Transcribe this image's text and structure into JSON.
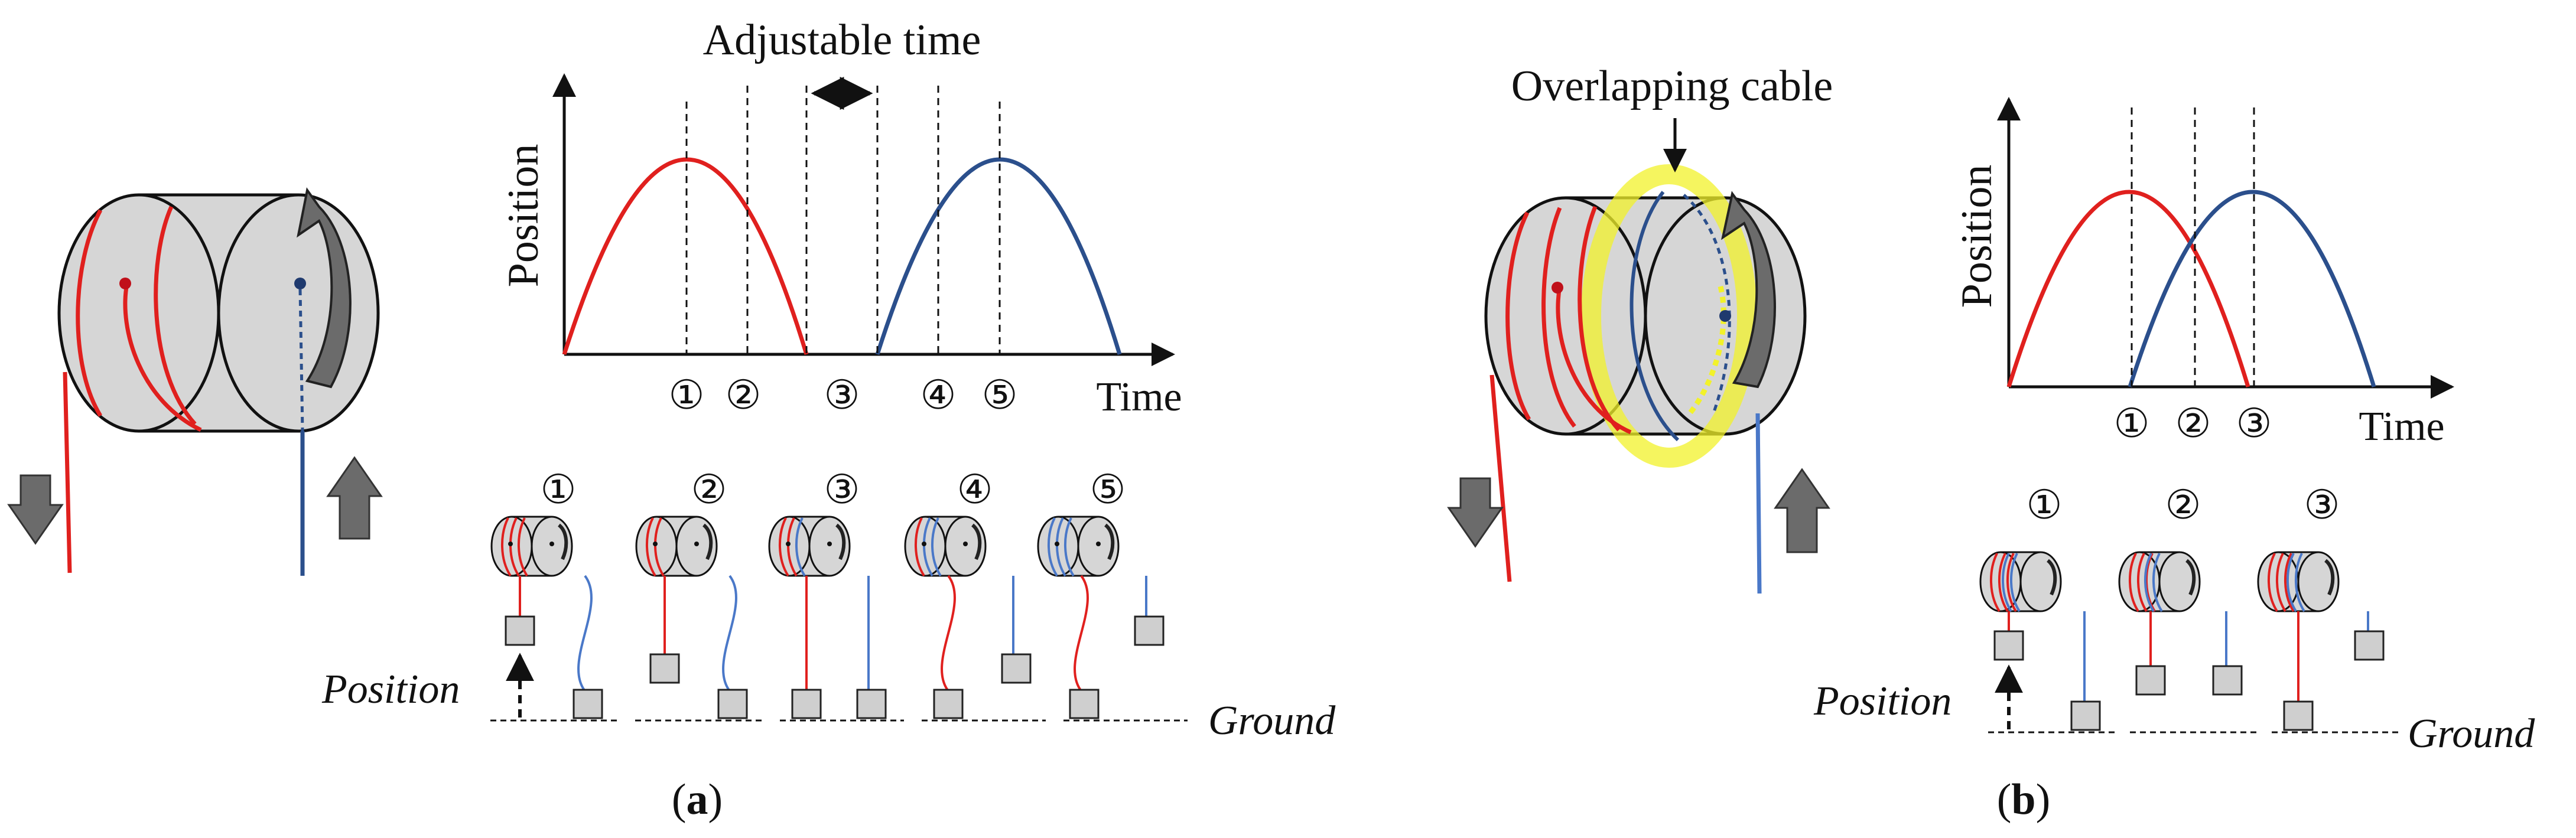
{
  "panel_a": {
    "caption": "a",
    "chart": {
      "xlabel": "Time",
      "ylabel": "Position",
      "annotation": "Adjustable time"
    },
    "stage_markers": [
      "①",
      "②",
      "③",
      "④",
      "⑤"
    ],
    "position_label": "Position",
    "ground_label": "Ground"
  },
  "panel_b": {
    "caption": "b",
    "chart": {
      "xlabel": "Time",
      "ylabel": "Position",
      "annotation": "Overlapping cable"
    },
    "stage_markers": [
      "①",
      "②",
      "③"
    ],
    "position_label": "Position",
    "ground_label": "Ground"
  },
  "colors": {
    "red_cable": "#e0201e",
    "blue_cable": "#2b4f8c",
    "light_blue_cable": "#4a78c8",
    "drum_fill": "#d6d6d6",
    "arrow_fill": "#6b6b6b",
    "highlight": "#f2f22a"
  }
}
